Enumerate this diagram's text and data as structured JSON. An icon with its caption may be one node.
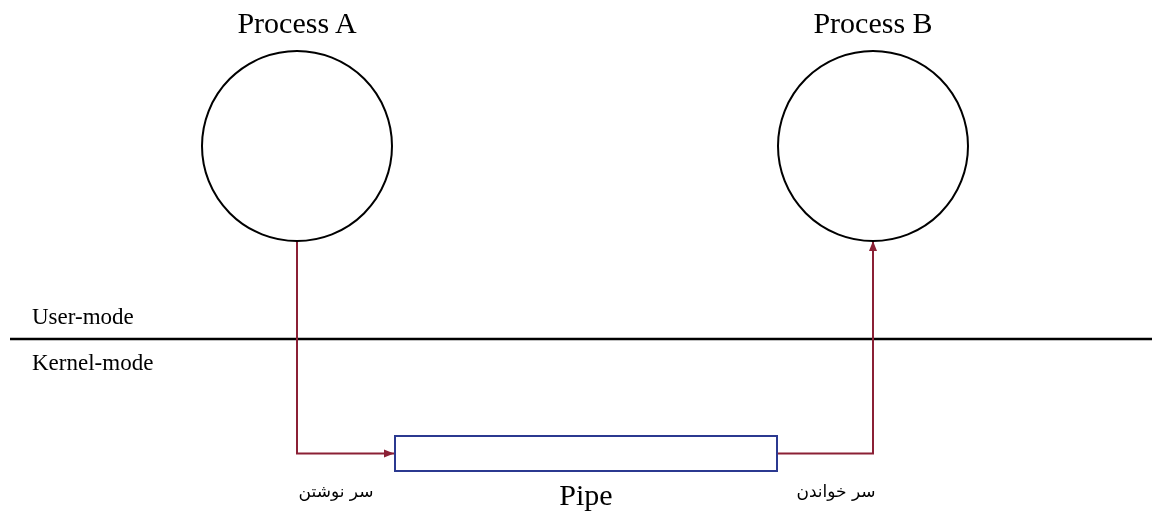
{
  "diagram": {
    "nodes": [
      {
        "text": [
          "Process A"
        ]
      },
      {
        "text": [
          "Process B"
        ]
      },
      {
        "text": [
          "Pipe"
        ],
        "beside": [
          "سر نوشتن",
          "سر خواندن"
        ]
      }
    ],
    "edges": [
      {
        "from": 0,
        "to": 2,
        "arrow": "to"
      },
      {
        "from": 2,
        "to": 1,
        "arrow": "to"
      }
    ],
    "labels": [
      "User-mode",
      "Kernel-mode"
    ]
  }
}
